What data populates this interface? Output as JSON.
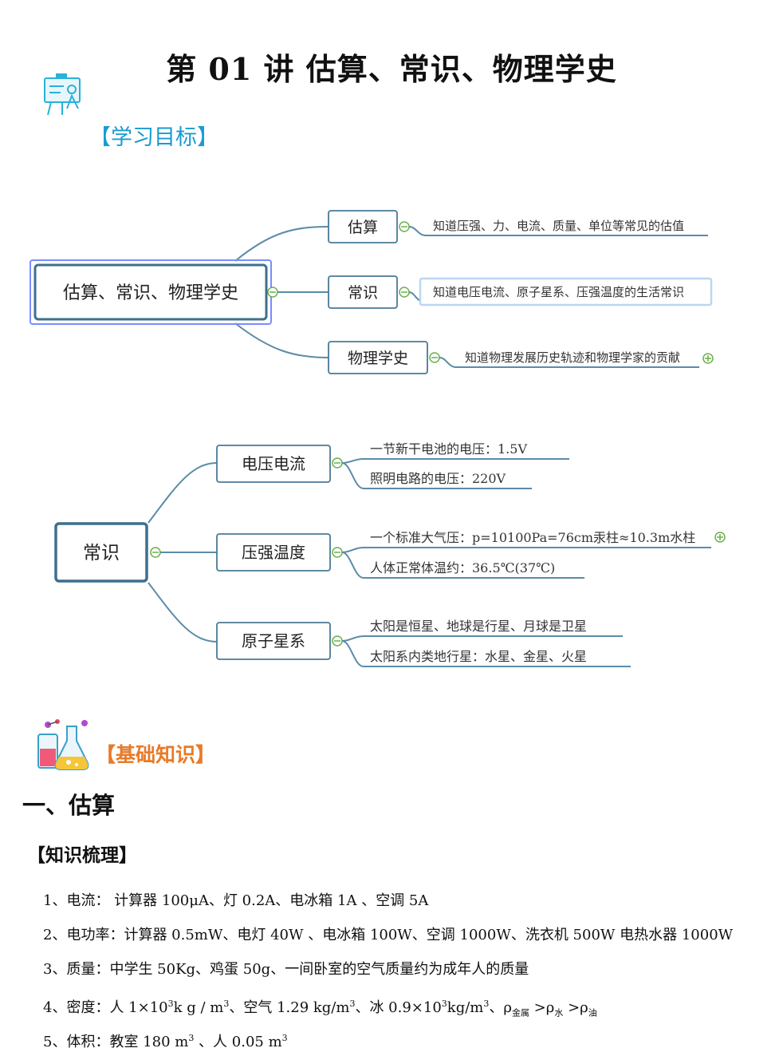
{
  "title": "第 01 讲  估算、常识、物理学史",
  "section_goals": "【学习目标】",
  "mindmap1": {
    "root": "估算、常识、物理学史",
    "branches": [
      {
        "label": "估算",
        "note": "知道压强、力、电流、质量、单位等常见的估值"
      },
      {
        "label": "常识",
        "note": "知道电压电流、原子星系、压强温度的生活常识"
      },
      {
        "label": "物理学史",
        "note": "知道物理发展历史轨迹和物理学家的贡献"
      }
    ]
  },
  "mindmap2": {
    "root": "常识",
    "branches": [
      {
        "label": "电压电流",
        "notes": [
          "一节新干电池的电压：1.5V",
          "照明电路的电压：220V"
        ]
      },
      {
        "label": "压强温度",
        "notes": [
          "一个标准大气压：p=10100Pa=76cm汞柱≈10.3m水柱",
          "人体正常体温约：36.5℃(37℃)"
        ]
      },
      {
        "label": "原子星系",
        "notes": [
          "太阳是恒星、地球是行星、月球是卫星",
          "太阳系内类地行星：水星、金星、火星"
        ]
      }
    ]
  },
  "section_basics": "【基础知识】",
  "heading1": "一、估算",
  "heading2": "【知识梳理】",
  "items": {
    "i1": {
      "num": "1、",
      "label": "电流：",
      "text": "  计算器 100μA、灯 0.2A、电冰箱  1A  、空调  5A"
    },
    "i2": {
      "num": "2、",
      "label": "电功率：",
      "text": "计算器  0.5mW、电灯 40W  、电冰箱  100W、空调  1000W、洗衣机  500W   电热水器 1000W"
    },
    "i3": {
      "num": "3、",
      "label": "质量：",
      "text": "中学生  50Kg、鸡蛋 50g、一间卧室的空气质量约为成年人的质量"
    },
    "i4": {
      "num": "4、",
      "label": "密度：",
      "a": "人 1×10",
      "a_sup": "3",
      "a2": "k g / m",
      "a2_sup": "3",
      "b": "、空气 1.29 kg/m",
      "b_sup": "3",
      "c": "、冰 0.9×10",
      "c_sup": "3",
      "c2": "kg/m",
      "c2_sup": "3",
      "d": "、ρ",
      "d_sub": "金属",
      "e": " >ρ",
      "e_sub": "水",
      "f": " >ρ",
      "f_sub": "油"
    },
    "i5": {
      "num": "5、",
      "label": "体积：",
      "a": "教室 180 m",
      "a_sup": "3",
      "b": "  、人 0.05 m",
      "b_sup": "3"
    }
  },
  "colors": {
    "accent": "#1a9bd1",
    "node_border": "#4a7a96",
    "line": "#5b8ba8",
    "orange": "#e87a28",
    "green": "#6ab04c"
  }
}
